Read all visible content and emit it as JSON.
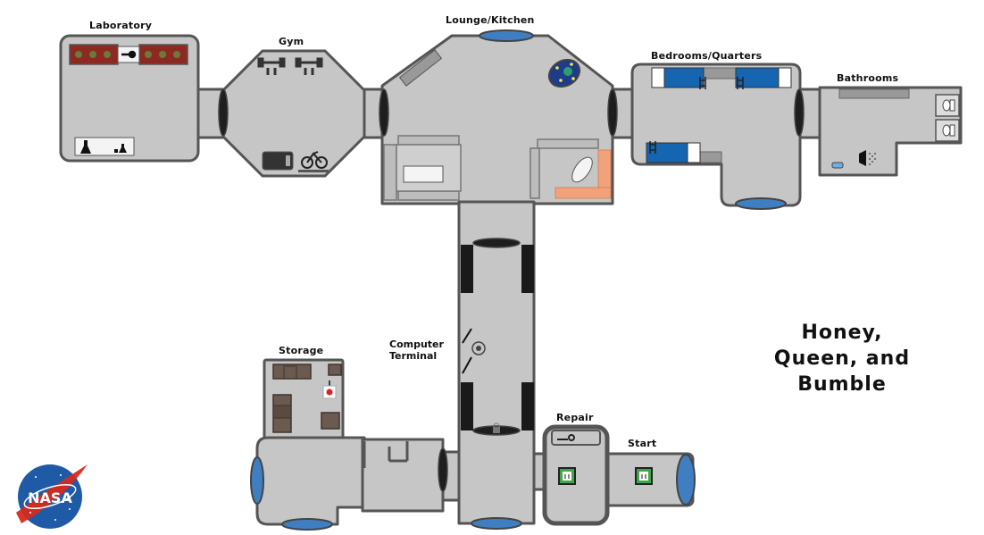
{
  "map": {
    "rooms": {
      "laboratory": "Laboratory",
      "gym": "Gym",
      "lounge": "Lounge/Kitchen",
      "bedrooms": "Bedrooms/Quarters",
      "bathrooms": "Bathrooms",
      "storage": "Storage",
      "repair": "Repair",
      "start": "Start"
    },
    "computer_terminal": [
      "Computer",
      "Terminal"
    ],
    "title_lines": [
      "Honey,",
      "Queen, and",
      "Bumble"
    ],
    "logo_text": "NASA"
  },
  "colors": {
    "hull": "#c6c6c6",
    "outline": "#555555",
    "hatch_blue": "#3f7fc1",
    "bunk_blue": "#1565b0",
    "counter_orange": "#f2a27a",
    "plant_red": "#8c2a22",
    "nasa_blue": "#1f5aa6",
    "nasa_red": "#d52b1e"
  }
}
